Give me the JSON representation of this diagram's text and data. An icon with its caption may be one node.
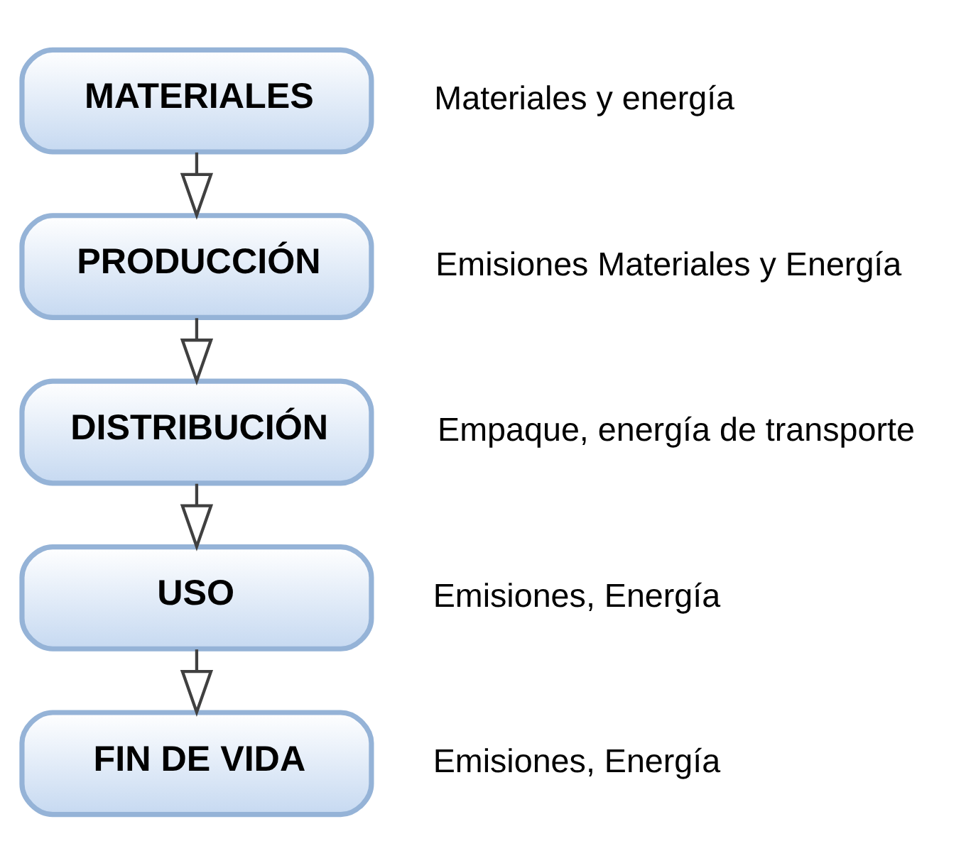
{
  "diagram": {
    "nodes": [
      {
        "text": [
          "MATERIALES"
        ],
        "beside": [
          "Materiales y energía"
        ]
      },
      {
        "text": [
          "PRODUCCIÓN"
        ],
        "beside": [
          "Emisiones Materiales y Energía"
        ]
      },
      {
        "text": [
          "DISTRIBUCIÓN"
        ],
        "beside": [
          "Empaque, energía de transporte"
        ]
      },
      {
        "text": [
          "USO"
        ],
        "beside": [
          "Emisiones, Energía"
        ]
      },
      {
        "text": [
          "FIN DE VIDA"
        ],
        "beside": [
          "Emisiones, Energía"
        ]
      }
    ],
    "edges": [
      {
        "from": 0,
        "to": 1,
        "arrow": "to"
      },
      {
        "from": 1,
        "to": 2,
        "arrow": "to"
      },
      {
        "from": 2,
        "to": 3,
        "arrow": "to"
      },
      {
        "from": 3,
        "to": 4,
        "arrow": "to"
      }
    ]
  }
}
